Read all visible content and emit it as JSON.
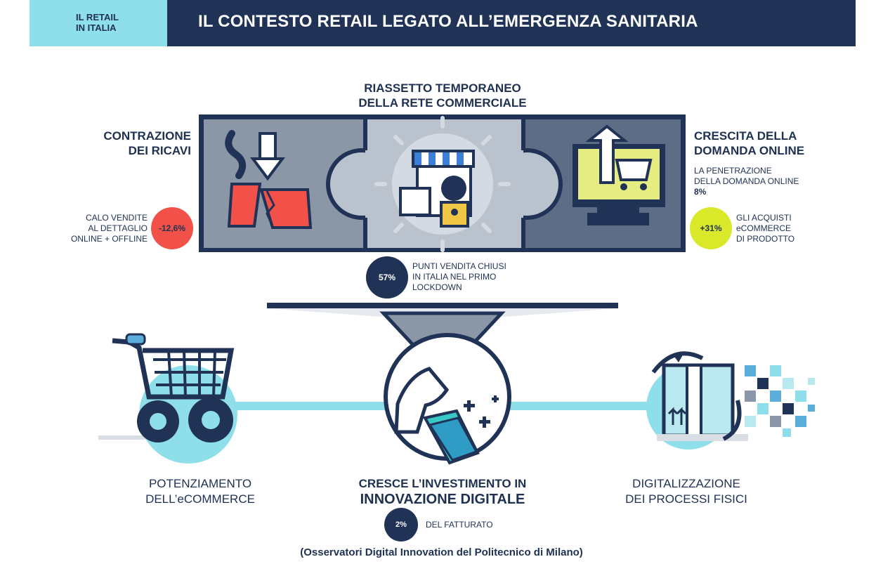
{
  "header": {
    "tag_line1": "IL RETAIL",
    "tag_line2": "IN ITALIA",
    "title": "IL CONTESTO RETAIL LEGATO ALL’EMERGENZA SANITARIA"
  },
  "top_center": {
    "line1": "RIASSETTO TEMPORANEO",
    "line2": "DELLA RETE COMMERCIALE"
  },
  "left_block": {
    "title_line1": "CONTRAZIONE",
    "title_line2": "DEI RICAVI",
    "desc_line1": "CALO VENDITE",
    "desc_line2": "AL DETTAGLIO",
    "desc_line3": "ONLINE + OFFLINE",
    "badge": "-12,6%"
  },
  "right_block": {
    "title_line1": "CRESCITA DELLA",
    "title_line2": "DOMANDA ONLINE",
    "desc_line1": "LA PENETRAZIONE",
    "desc_line2": "DELLA DOMANDA ONLINE",
    "desc_value": "8%",
    "badge": "+31%",
    "badge_line1": "GLI ACQUISTI",
    "badge_line2": "eCOMMERCE",
    "badge_line3": "DI PRODOTTO"
  },
  "center_stat": {
    "badge": "57%",
    "line1": "PUNTI VENDITA CHIUSI",
    "line2": "IN ITALIA NEL PRIMO",
    "line3": "LOCKDOWN"
  },
  "bottom_left": {
    "line1": "POTENZIAMENTO",
    "line2": "DELL’eCOMMERCE"
  },
  "bottom_center": {
    "line1": "CRESCE L’INVESTIMENTO IN",
    "line2": "INNOVAZIONE DIGITALE",
    "badge": "2%",
    "badge_text": "DEL FATTURATO"
  },
  "bottom_right": {
    "line1": "DIGITALIZZAZIONE",
    "line2": "DEI PROCESSI FISICI"
  },
  "source": "(Osservatori Digital Innovation del Politecnico di Milano)",
  "colors": {
    "navy": "#203256",
    "cyan": "#8fdfea",
    "red": "#f2514a",
    "yellow_green": "#d9e829",
    "grey_panel": "#8b96a6",
    "light_panel": "#b4bdc9",
    "dark_panel": "#5d6d86"
  }
}
